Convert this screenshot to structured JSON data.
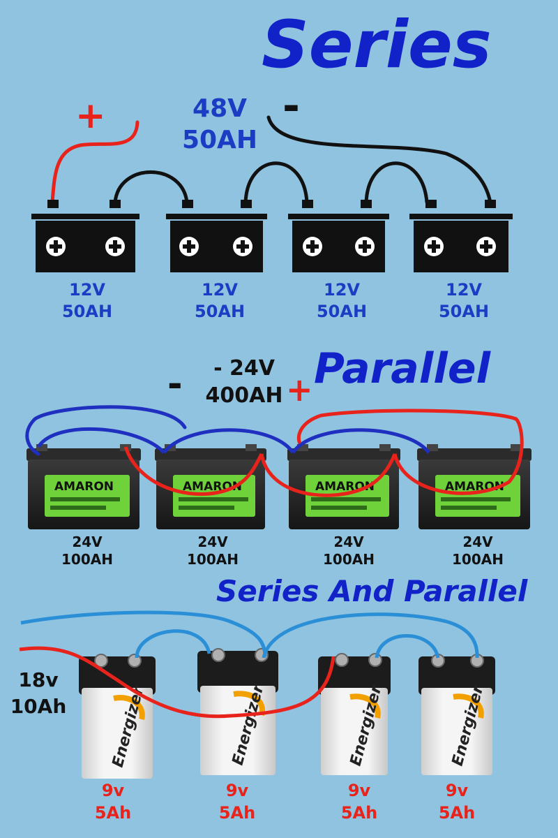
{
  "series": {
    "title": "Series",
    "total_voltage": "48V",
    "total_capacity": "50AH",
    "positive_sign": "+",
    "negative_sign": "-",
    "batteries": [
      {
        "voltage": "12V",
        "capacity": "50AH"
      },
      {
        "voltage": "12V",
        "capacity": "50AH"
      },
      {
        "voltage": "12V",
        "capacity": "50AH"
      },
      {
        "voltage": "12V",
        "capacity": "50AH"
      }
    ]
  },
  "parallel": {
    "title": "Parallel",
    "total_voltage": "- 24V",
    "total_capacity": "400AH",
    "negative_sign": "-",
    "positive_sign": "+",
    "brand": "AMARON",
    "batteries": [
      {
        "voltage": "24V",
        "capacity": "100AH"
      },
      {
        "voltage": "24V",
        "capacity": "100AH"
      },
      {
        "voltage": "24V",
        "capacity": "100AH"
      },
      {
        "voltage": "24V",
        "capacity": "100AH"
      }
    ]
  },
  "series_parallel": {
    "title": "Series And Parallel",
    "total_voltage": "18v",
    "total_capacity": "10Ah",
    "brand": "Energizer",
    "batteries": [
      {
        "voltage": "9v",
        "capacity": "5Ah"
      },
      {
        "voltage": "9v",
        "capacity": "5Ah"
      },
      {
        "voltage": "9v",
        "capacity": "5Ah"
      },
      {
        "voltage": "9v",
        "capacity": "5Ah"
      }
    ]
  },
  "colors": {
    "background": "#8fc3e0",
    "title_blue": "#1022c8",
    "positive_wire": "#e8231c",
    "negative_wire": "#111111",
    "parallel_negative_wire": "#1f2fc0",
    "series_parallel_wire_blue": "#2a8fd6",
    "amaron_green": "#6fd23a"
  }
}
